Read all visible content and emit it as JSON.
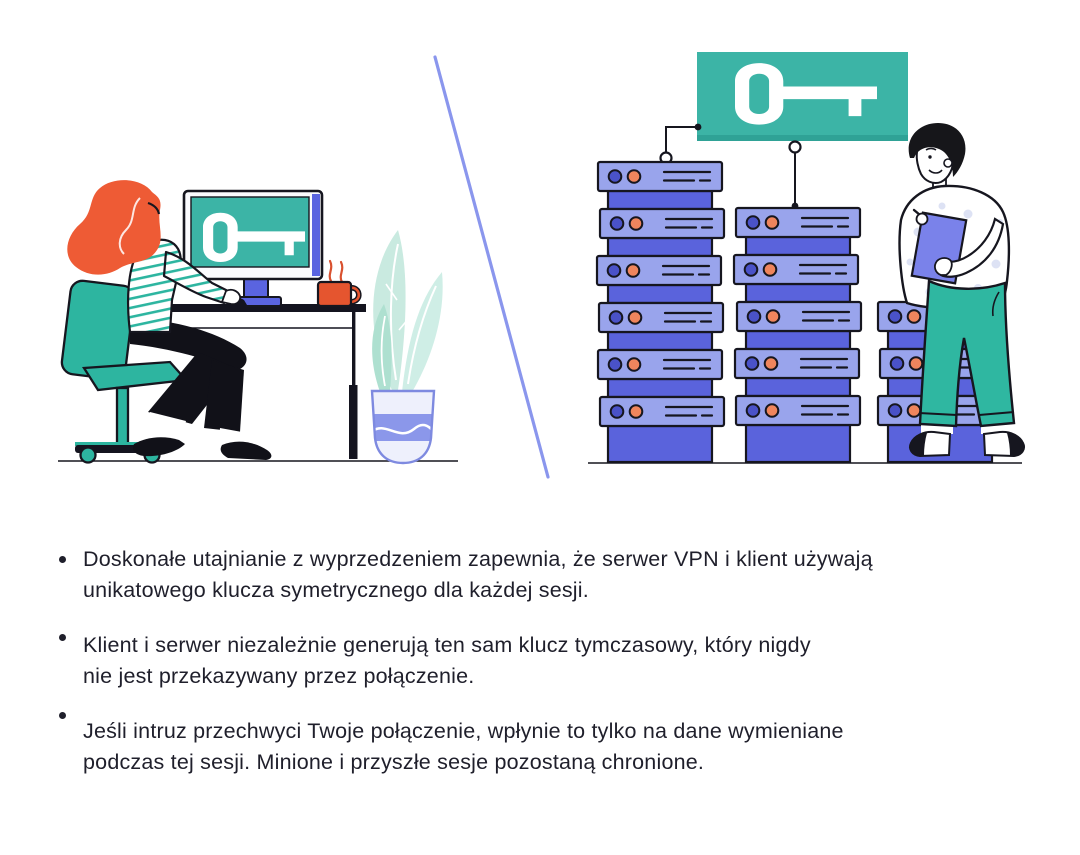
{
  "illustration": {
    "divider": {
      "name": "diagonal-divider",
      "color": "#8A96ED"
    },
    "left_scene": {
      "elements": [
        "woman-figure",
        "office-chair",
        "desk",
        "monitor",
        "coffee-mug",
        "potted-plant",
        "computer-mouse"
      ],
      "monitor_screen_icon": "key-icon",
      "monitor_screen_color": "#3CB4A6"
    },
    "right_scene": {
      "banner_icon": "key-icon",
      "banner_color": "#3CB4A6",
      "server_stacks": [
        {
          "name": "server-stack-left",
          "units": 6
        },
        {
          "name": "server-stack-middle",
          "units": 5
        },
        {
          "name": "server-stack-right",
          "units": 3
        }
      ],
      "elements": [
        "key-banner",
        "connector-left",
        "connector-middle",
        "man-figure",
        "clipboard"
      ]
    },
    "colors": {
      "teal": "#3CB4A6",
      "chair_teal": "#2DB5A0",
      "server_face": "#99A4EC",
      "server_spacer": "#5A63DC",
      "indicator_blue": "#4A52C8",
      "indicator_orange": "#EF855D",
      "hair_orange": "#EE5B35",
      "mug_red": "#E5552F",
      "divider_periwinkle": "#8A96ED",
      "clipboard_violet": "#7A82EA",
      "pot_band": "#8B97EA",
      "outline_ink": "#16161F",
      "text_ink": "#1F1F2B",
      "background": "#FFFFFF"
    }
  },
  "bullets": [
    {
      "text": "Doskonałe utajnianie z wyprzedzeniem zapewnia, że serwer VPN i klient używają\nunikatowego klucza symetrycznego dla każdej sesji."
    },
    {
      "text": "Klient i serwer niezależnie generują ten sam klucz tymczasowy, który nigdy\nnie jest przekazywany przez połączenie."
    },
    {
      "text": "Jeśli intruz przechwyci Twoje połączenie, wpłynie to tylko na dane wymieniane\npodczas tej sesji. Minione i przyszłe sesje pozostaną chronione."
    }
  ]
}
